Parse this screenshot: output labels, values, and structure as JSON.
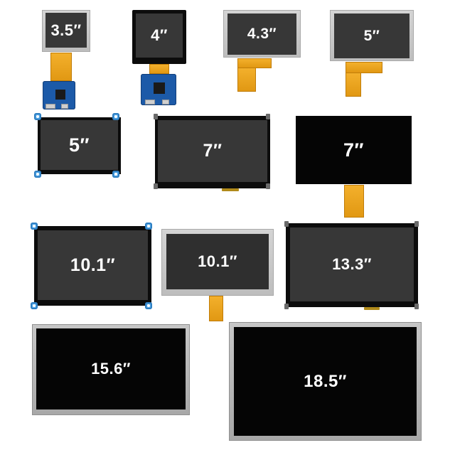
{
  "panels": [
    {
      "id": "p1",
      "size_label": "3.5″"
    },
    {
      "id": "p2",
      "size_label": "4″"
    },
    {
      "id": "p3",
      "size_label": "4.3″"
    },
    {
      "id": "p4",
      "size_label": "5″"
    },
    {
      "id": "p5",
      "size_label": "5″"
    },
    {
      "id": "p6",
      "size_label": "7″"
    },
    {
      "id": "p7",
      "size_label": "7″"
    },
    {
      "id": "p8",
      "size_label": "10.1″"
    },
    {
      "id": "p9",
      "size_label": "10.1″"
    },
    {
      "id": "p10",
      "size_label": "13.3″"
    },
    {
      "id": "p11",
      "size_label": "15.6″"
    },
    {
      "id": "p12",
      "size_label": "18.5″"
    }
  ],
  "colors": {
    "background": "#ffffff",
    "screen_dark": "#373737",
    "screen_black": "#050505",
    "bezel_silver": "#c8c8c8",
    "fpc_orange": "#e9a21c",
    "pcb_blue": "#1c5aa8",
    "mount_tab_blue": "#56a9e8",
    "label_text": "#ffffff"
  }
}
